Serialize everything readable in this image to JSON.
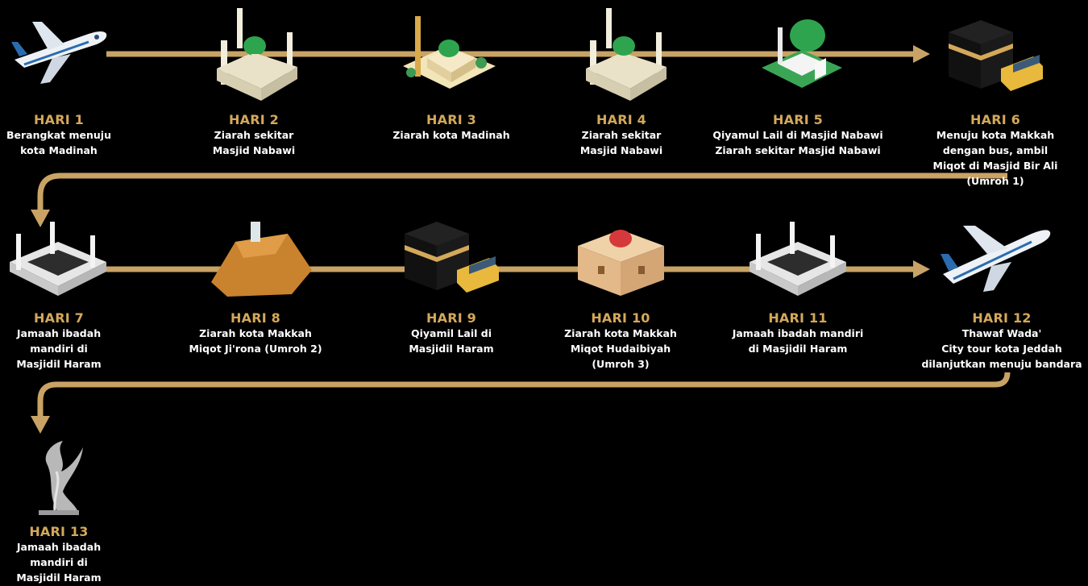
{
  "colors": {
    "background": "#000000",
    "track": "#c8a365",
    "title": "#d4a85a",
    "text": "#ffffff"
  },
  "days": [
    {
      "title": "HARI 1",
      "desc": "Berangkat menuju\nkota Madinah",
      "icon": "airplane-icon"
    },
    {
      "title": "HARI 2",
      "desc": "Ziarah sekitar\nMasjid Nabawi",
      "icon": "mosque-icon"
    },
    {
      "title": "HARI 3",
      "desc": "Ziarah kota Madinah",
      "icon": "mosque-minaret-icon"
    },
    {
      "title": "HARI 4",
      "desc": "Ziarah sekitar\nMasjid Nabawi",
      "icon": "mosque-icon"
    },
    {
      "title": "HARI 5",
      "desc": "Qiyamul Lail di Masjid Nabawi\nZiarah sekitar Masjid Nabawi",
      "icon": "green-dome-icon"
    },
    {
      "title": "HARI 6",
      "desc": "Menuju kota Makkah\ndengan bus, ambil\nMiqot di Masjid Bir Ali\n(Umroh 1)",
      "icon": "kaaba-bus-icon"
    },
    {
      "title": "HARI 7",
      "desc": "Jamaah ibadah\nmandiri di\nMasjidil Haram",
      "icon": "masjidil-haram-icon"
    },
    {
      "title": "HARI 8",
      "desc": "Ziarah kota Makkah\nMiqot Ji'rona (Umroh 2)",
      "icon": "mountain-icon"
    },
    {
      "title": "HARI 9",
      "desc": "Qiyamil Lail di\nMasjidil Haram",
      "icon": "kaaba-bus-icon"
    },
    {
      "title": "HARI 10",
      "desc": "Ziarah kota Makkah\nMiqot Hudaibiyah\n(Umroh 3)",
      "icon": "red-dome-mosque-icon"
    },
    {
      "title": "HARI 11",
      "desc": "Jamaah ibadah mandiri\ndi Masjidil Haram",
      "icon": "masjidil-haram-icon"
    },
    {
      "title": "HARI 12",
      "desc": "Thawaf Wada'\nCity tour kota Jeddah\ndilanjutkan menuju bandara",
      "icon": "airplane-icon"
    },
    {
      "title": "HARI 13",
      "desc": "Jamaah ibadah\nmandiri di\nMasjidil Haram",
      "icon": "jeddah-monument-icon"
    }
  ]
}
